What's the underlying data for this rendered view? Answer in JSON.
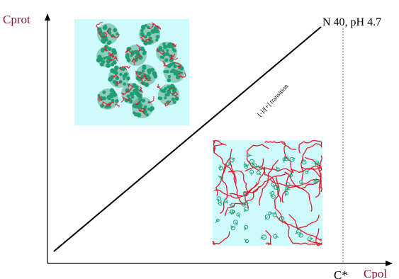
{
  "axes": {
    "y_label": "Cprot",
    "x_label": "Cpol",
    "critical_label": "C*"
  },
  "line": {
    "end_label": "N 40, pH 4.7",
    "transition_label": "[-]/[+] transition"
  },
  "colors": {
    "axis_label": "#8b1a3a",
    "panel_bg": "#cdfafa",
    "chain": "#e0182a",
    "protein": "#1f9e74",
    "line": "#000000",
    "dashed": "#666666"
  }
}
